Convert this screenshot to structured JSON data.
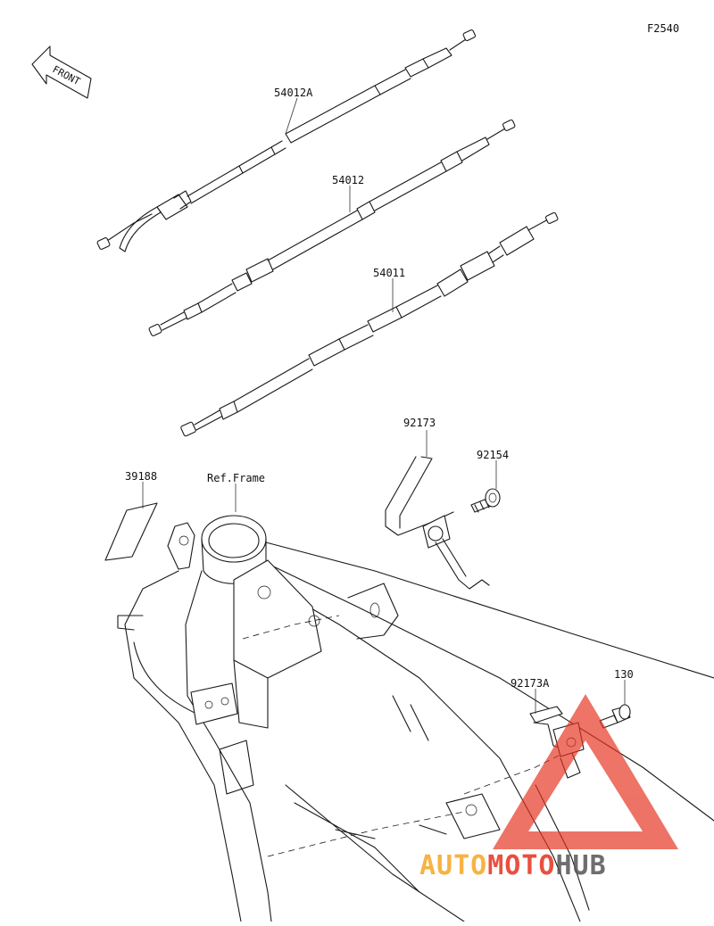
{
  "diagram": {
    "code": "F2540",
    "front_label": "FRONT",
    "parts": {
      "clutch_cable_a": "54012A",
      "clutch_cable": "54012",
      "throttle_cable": "54011",
      "clamp": "92173",
      "bolt_clamp": "92154",
      "sticker": "39188",
      "frame_ref": "Ref.Frame",
      "clamp_a": "92173A",
      "flange_bolt": "130"
    }
  },
  "watermark": {
    "word_auto": "AUTO",
    "word_moto": "MOTO",
    "word_hub": "HUB",
    "color_red": "#e5321f",
    "color_orange": "#f5a623",
    "color_gray": "#555555"
  }
}
